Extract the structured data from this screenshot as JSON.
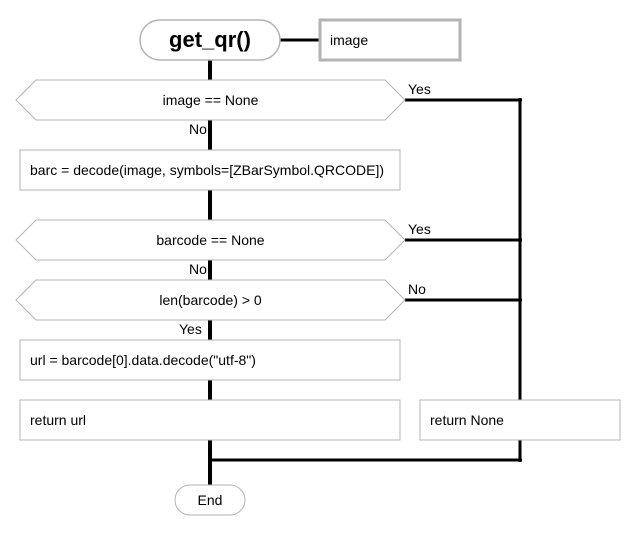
{
  "function": {
    "name": "get_qr()",
    "parameter": "image"
  },
  "decisions": [
    {
      "condition": "image == None",
      "yes_label": "Yes",
      "no_label": "No"
    },
    {
      "condition": "barcode == None",
      "yes_label": "Yes",
      "no_label": "No"
    },
    {
      "condition": "len(barcode) > 0",
      "yes_label": "Yes",
      "no_label": "No"
    }
  ],
  "steps": {
    "decode": "barc = decode(image, symbols=[ZBarSymbol.QRCODE])",
    "url_assign": "url = barcode[0].data.decode(\"utf-8\")",
    "return_url": "return url",
    "return_none": "return None"
  },
  "end_label": "End"
}
